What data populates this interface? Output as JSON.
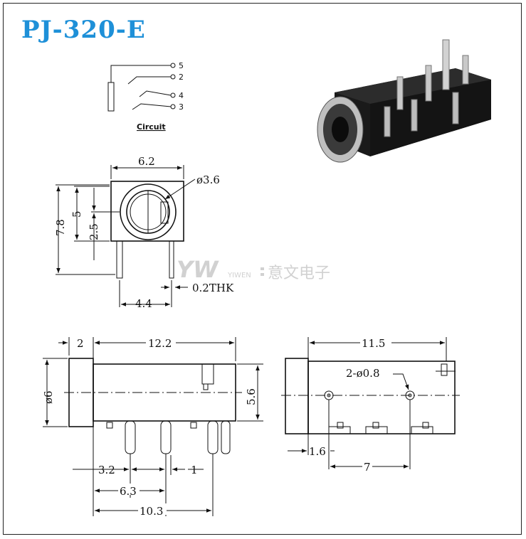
{
  "title": "PJ-320-E",
  "circuit": {
    "caption": "Circuit",
    "pins": [
      "5",
      "2",
      "4",
      "3"
    ]
  },
  "watermark": {
    "logo": "YW",
    "brand": "YIWEN",
    "cn": "意文电子"
  },
  "front_view": {
    "width": "6.2",
    "diameter": "ø3.6",
    "height_total": "7.8",
    "height_5": "5",
    "height_2_5": "2.5",
    "pin_offset": "4.4",
    "thickness": "0.2THK"
  },
  "side_view": {
    "d1": "2",
    "d2": "12.2",
    "d3": "ø6",
    "d4": "5.6",
    "d5": "3.2",
    "d6": "1",
    "d7": "6.3",
    "d8": "10.3"
  },
  "bottom_view": {
    "d1": "11.5",
    "d2": "2-ø0.8",
    "d3": "1.6",
    "d4": "7"
  }
}
